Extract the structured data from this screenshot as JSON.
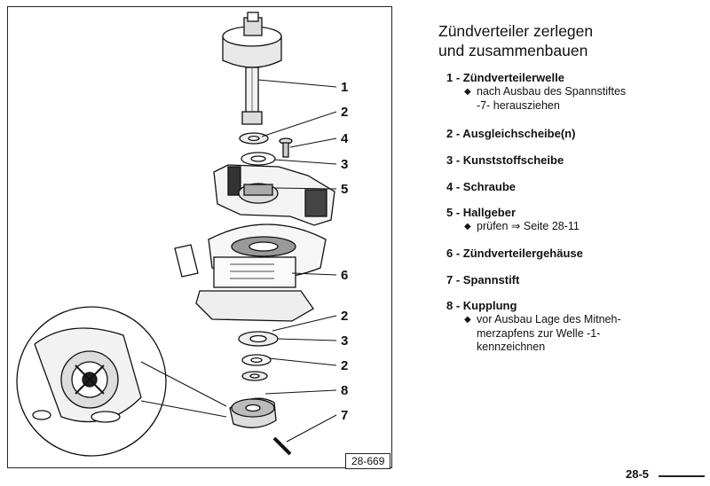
{
  "figure": {
    "id": "28-669"
  },
  "callouts": [
    "1",
    "2",
    "4",
    "3",
    "5",
    "6",
    "2",
    "3",
    "2",
    "8",
    "7"
  ],
  "title_lines": [
    "Zündverteiler zerlegen",
    "und zusammenbauen"
  ],
  "parts": [
    {
      "name": "1 - Zündverteilerwelle",
      "notes": [
        [
          "nach Ausbau des Spannstiftes",
          "-7- herausziehen"
        ]
      ]
    },
    {
      "name": "2 - Ausgleichscheibe(n)",
      "notes": []
    },
    {
      "name": "3 - Kunststoffscheibe",
      "notes": []
    },
    {
      "name": "4 - Schraube",
      "notes": []
    },
    {
      "name": "5 - Hallgeber",
      "notes": [
        [
          "prüfen ⇒ Seite 28-11"
        ]
      ]
    },
    {
      "name": "6 - Zündverteilergehäuse",
      "notes": []
    },
    {
      "name": "7 - Spannstift",
      "notes": []
    },
    {
      "name": "8 - Kupplung",
      "notes": [
        [
          "vor Ausbau Lage des Mitneh-",
          "merzapfens zur Welle -1-",
          "kennzeichnen"
        ]
      ]
    }
  ],
  "page_number": "28-5"
}
